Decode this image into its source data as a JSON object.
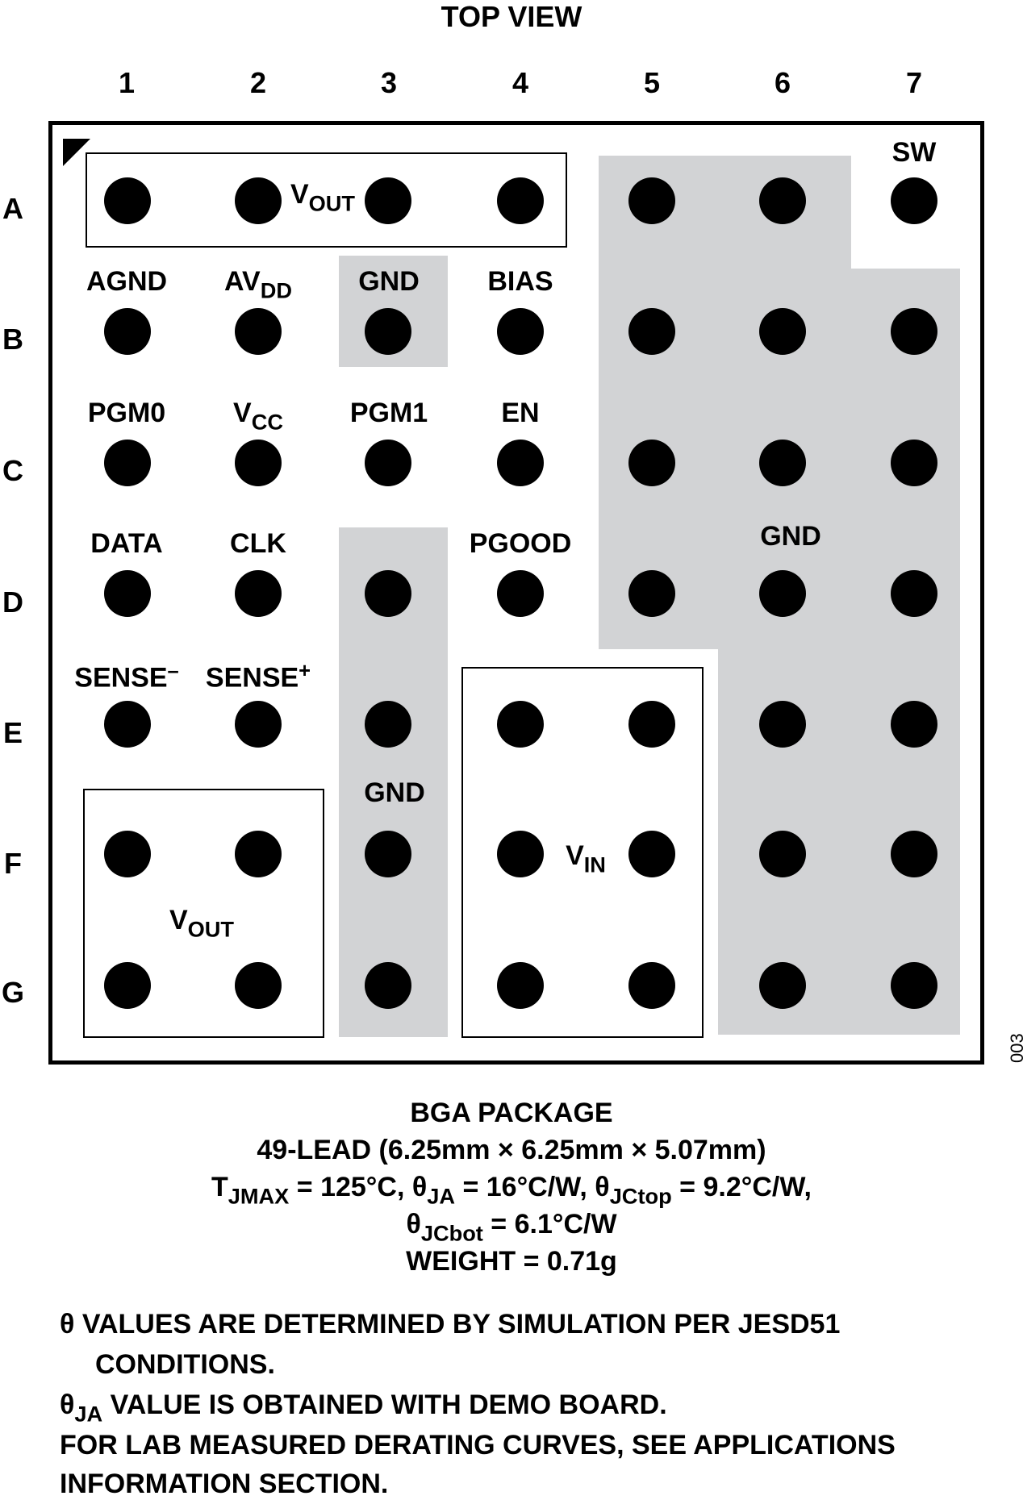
{
  "title": "TOP VIEW",
  "columns": [
    "1",
    "2",
    "3",
    "4",
    "5",
    "6",
    "7"
  ],
  "rows": [
    "A",
    "B",
    "C",
    "D",
    "E",
    "F",
    "G"
  ],
  "pin_labels": {
    "vout_top": {
      "main": "V",
      "sub": "OUT"
    },
    "sw": "SW",
    "agnd": "AGND",
    "avdd": {
      "main": "AV",
      "sub": "DD"
    },
    "gnd_b3": "GND",
    "bias": "BIAS",
    "pgm0": "PGM0",
    "vcc": {
      "main": "V",
      "sub": "CC"
    },
    "pgm1": "PGM1",
    "en": "EN",
    "data": "DATA",
    "clk": "CLK",
    "pgood": "PGOOD",
    "gnd_right": "GND",
    "sense_minus": {
      "main": "SENSE",
      "sup": "–"
    },
    "sense_plus": {
      "main": "SENSE",
      "sup": "+"
    },
    "gnd_col3": "GND",
    "vin": {
      "main": "V",
      "sub": "IN"
    },
    "vout_bottom": {
      "main": "V",
      "sub": "OUT"
    }
  },
  "figure_number": "003",
  "caption": {
    "line1": "BGA PACKAGE",
    "line2": "49-LEAD (6.25mm × 6.25mm × 5.07mm)",
    "line3": {
      "t": "T",
      "t_sub": "JMAX",
      "t_val": " = 125°C, ",
      "ja": "θ",
      "ja_sub": "JA",
      "ja_val": " = 16°C/W, ",
      "jctop": "θ",
      "jctop_sub": "JCtop",
      "jctop_val": " = 9.2°C/W,"
    },
    "line4": {
      "jcbot": "θ",
      "jcbot_sub": "JCbot",
      "jcbot_val": " = 6.1°C/W"
    },
    "line5": "WEIGHT = 0.71g"
  },
  "notes": {
    "n1a": "θ VALUES ARE DETERMINED BY SIMULATION PER JESD51",
    "n1b": "CONDITIONS.",
    "n2": {
      "theta": "θ",
      "sub": "JA",
      "rest": " VALUE IS OBTAINED WITH DEMO BOARD."
    },
    "n3a": "FOR LAB MEASURED DERATING CURVES, SEE APPLICATIONS",
    "n3b": "INFORMATION SECTION."
  },
  "colors": {
    "ground_region": "#d2d3d5",
    "ball": "#000000"
  }
}
